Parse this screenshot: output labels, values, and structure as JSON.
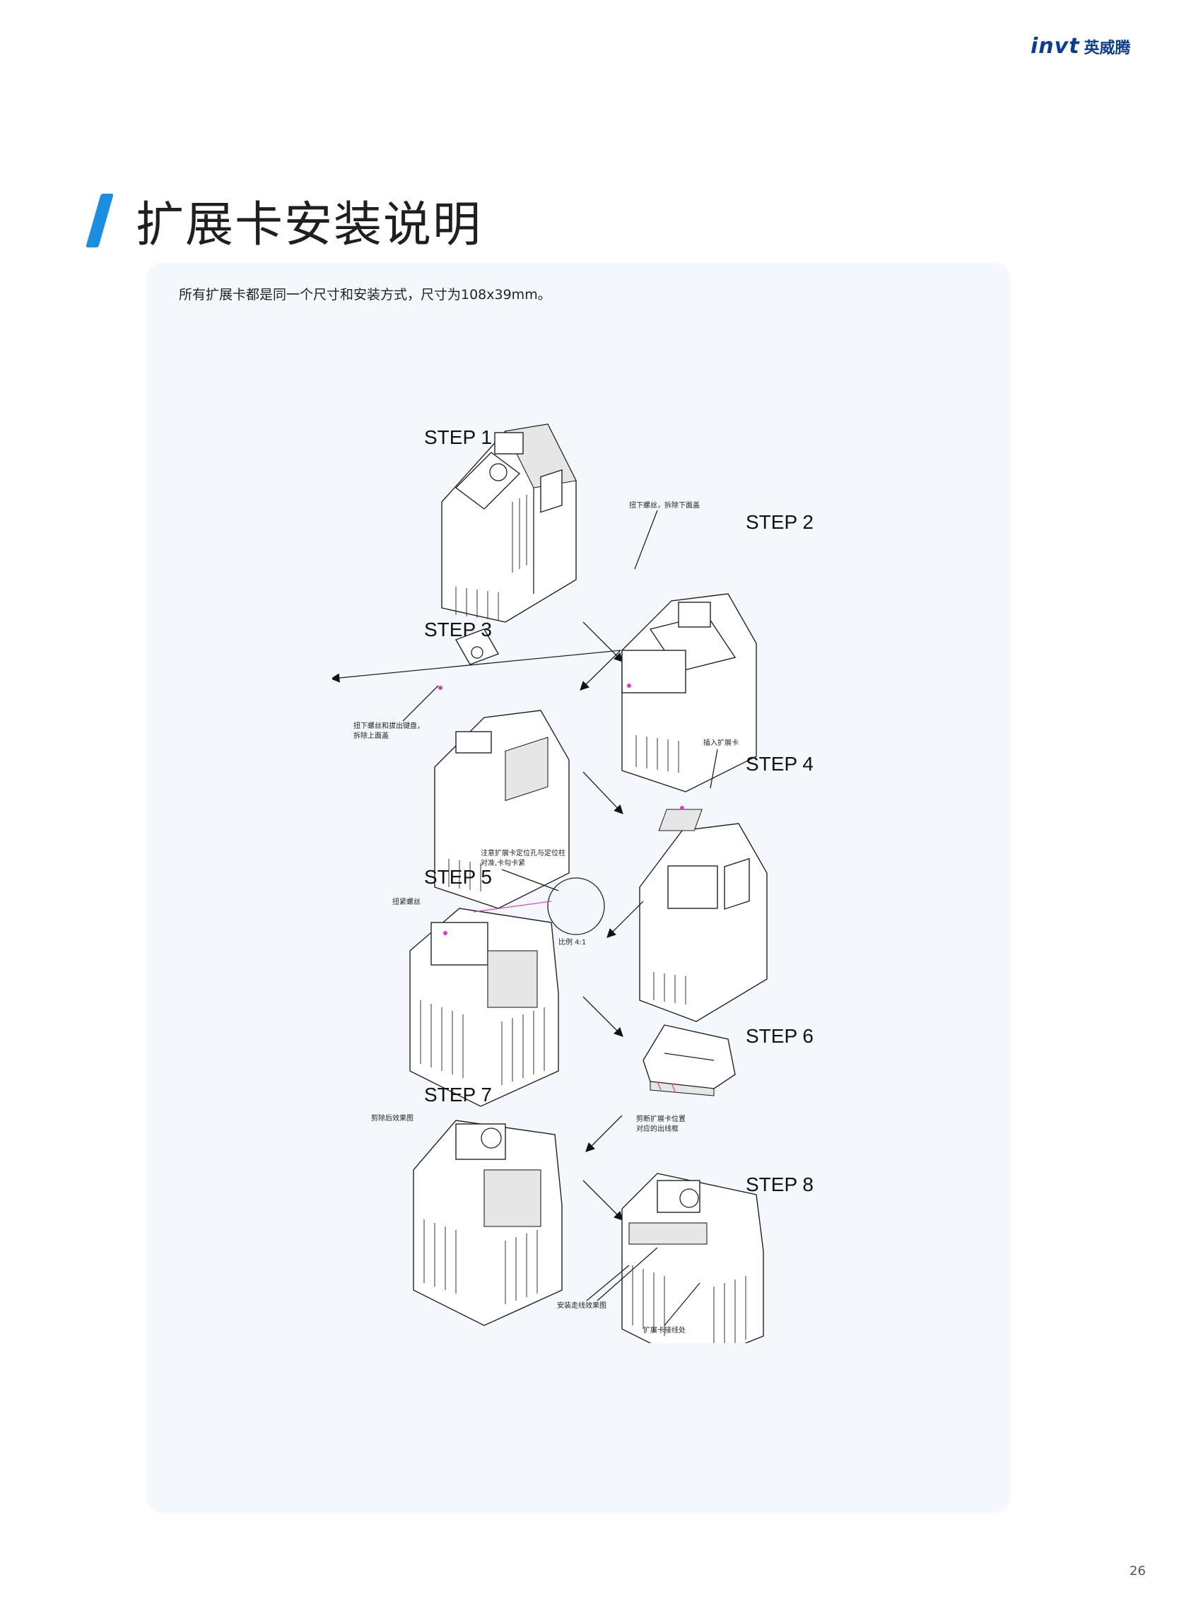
{
  "brand": {
    "logo_text": "invt",
    "logo_cn": "英威腾"
  },
  "header": {
    "title": "扩展卡安装说明"
  },
  "intro": "所有扩展卡都是同一个尺寸和安装方式，尺寸为108x39mm。",
  "steps": [
    {
      "label": "STEP 1"
    },
    {
      "label": "STEP 2",
      "note": "扭下螺丝，拆除下面盖"
    },
    {
      "label": "STEP 3",
      "note_line1": "扭下螺丝和拔出键盘，",
      "note_line2": "拆除上面盖"
    },
    {
      "label": "STEP 4",
      "note": "插入扩展卡"
    },
    {
      "label": "STEP 5",
      "note": "扭紧螺丝",
      "note2_line1": "注意扩展卡定位孔与定位柱",
      "note2_line2": "对准,卡勾卡紧",
      "scale": "比例  4:1"
    },
    {
      "label": "STEP 6",
      "note_line1": "剪断扩展卡位置",
      "note_line2": "对应的出线框"
    },
    {
      "label": "STEP 7",
      "note": "剪除后效果图"
    },
    {
      "label": "STEP 8",
      "note": "安装走线效果图",
      "note2": "扩展卡接线处"
    }
  ],
  "page_number": "26",
  "colors": {
    "accent": "#1a8fe0",
    "brand": "#0b3d91",
    "panel": "#f4f8fc"
  }
}
